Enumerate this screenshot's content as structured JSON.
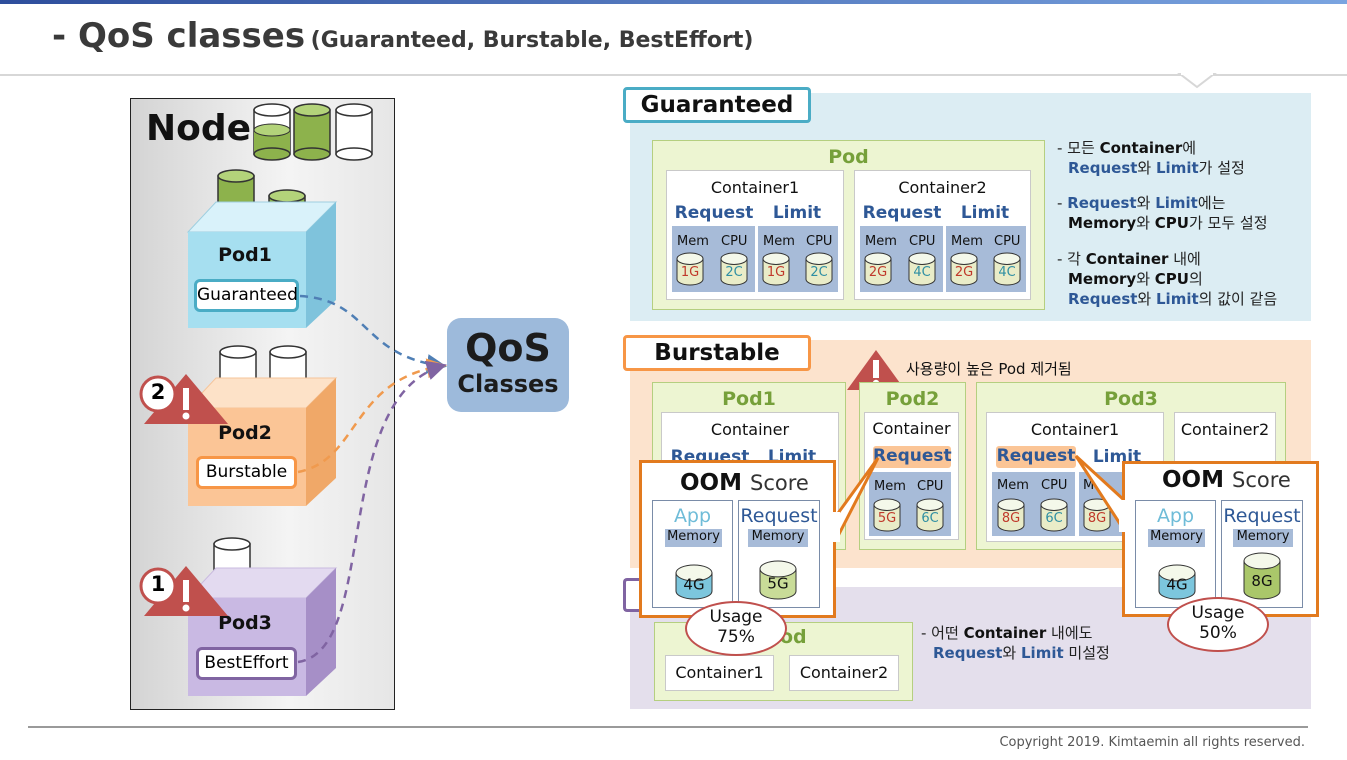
{
  "header": {
    "title_main": "- QoS classes",
    "title_sub": "(Guaranteed, Burstable, BestEffort)"
  },
  "footer": {
    "copyright": "Copyright 2019. Kimtaemin all rights reserved."
  },
  "node_diagram": {
    "node_label": "Node",
    "pods": [
      {
        "name": "Pod1",
        "qos": "Guaranteed"
      },
      {
        "name": "Pod2",
        "qos": "Burstable",
        "eviction_order": "2"
      },
      {
        "name": "Pod3",
        "qos": "BestEffort",
        "eviction_order": "1"
      }
    ],
    "center_line1": "QoS",
    "center_line2": "Classes"
  },
  "guaranteed": {
    "title": "Guaranteed",
    "pod_label": "Pod",
    "containers": [
      {
        "name": "Container1",
        "request_label": "Request",
        "limit_label": "Limit",
        "mem_label": "Mem",
        "cpu_label": "CPU",
        "request": {
          "mem": "1G",
          "cpu": "2C"
        },
        "limit": {
          "mem": "1G",
          "cpu": "2C"
        }
      },
      {
        "name": "Container2",
        "request_label": "Request",
        "limit_label": "Limit",
        "mem_label": "Mem",
        "cpu_label": "CPU",
        "request": {
          "mem": "2G",
          "cpu": "4C"
        },
        "limit": {
          "mem": "2G",
          "cpu": "4C"
        }
      }
    ],
    "desc": {
      "l1": {
        "a": "- 모든 ",
        "b": "Container",
        "c": "에"
      },
      "l2": {
        "a": "Request",
        "b": "와 ",
        "c": "Limit",
        "d": "가 설정"
      },
      "l3": {
        "a": "- ",
        "b": "Request",
        "c": "와 ",
        "d": "Limit",
        "e": "에는"
      },
      "l4": {
        "a": "Memory",
        "b": "와 ",
        "c": "CPU",
        "d": "가 모두 설정"
      },
      "l5": {
        "a": "- 각 ",
        "b": "Container",
        "c": " 내에"
      },
      "l6": {
        "a": "Memory",
        "b": "와 ",
        "c": "CPU",
        "d": "의"
      },
      "l7": {
        "a": "Request",
        "b": "와 ",
        "c": "Limit",
        "d": "의 값이 같음"
      }
    }
  },
  "burstable": {
    "title": "Burstable",
    "warning": "사용량이 높은 Pod 제거됨",
    "pod1": {
      "name": "Pod1",
      "container": "Container",
      "request_label": "Request",
      "limit_label": "Limit"
    },
    "pod2": {
      "name": "Pod2",
      "container": "Container",
      "request_label": "Request",
      "mem_label": "Mem",
      "cpu_label": "CPU",
      "mem": "5G",
      "cpu": "6C"
    },
    "pod3": {
      "name": "Pod3",
      "container1": "Container1",
      "container2": "Container2",
      "request_label": "Request",
      "limit_label": "Limit",
      "mem_label": "Mem",
      "cpu_label": "CPU",
      "mem": "8G",
      "cpu": "6C",
      "limit_mem_partial": "M",
      "limit_mem": "8G"
    }
  },
  "besteffort": {
    "pod_label_partial": "od",
    "containers": [
      "Container1",
      "Container2"
    ],
    "desc": {
      "l1": {
        "a": "- 어떤 ",
        "b": "Container",
        "c": " 내에도"
      },
      "l2": {
        "a": "Request",
        "b": "와 ",
        "c": "Limit",
        "d": " 미설정"
      }
    }
  },
  "oom_left": {
    "title_bold": "OOM",
    "title_light": "Score",
    "app_label": "App",
    "request_label": "Request",
    "memory_label": "Memory",
    "app_value": "4G",
    "request_value": "5G",
    "usage_label": "Usage",
    "usage_value": "75%"
  },
  "oom_right": {
    "title_bold": "OOM",
    "title_light": "Score",
    "app_label": "App",
    "request_label": "Request",
    "memory_label": "Memory",
    "app_value": "4G",
    "request_value": "8G",
    "usage_label": "Usage",
    "usage_value": "50%"
  },
  "colors": {
    "guaranteed": "#4aacc5",
    "burstable": "#f79646",
    "besteffort": "#8064a2",
    "guaranteed_bg": "#dcedf3",
    "burstable_bg": "#fce3cd",
    "besteffort_bg": "#e4dfec",
    "pod_green": "#76a03a",
    "blue_text": "#2e5896",
    "warning_red": "#c0504d",
    "oom_orange": "#e27a1e"
  }
}
